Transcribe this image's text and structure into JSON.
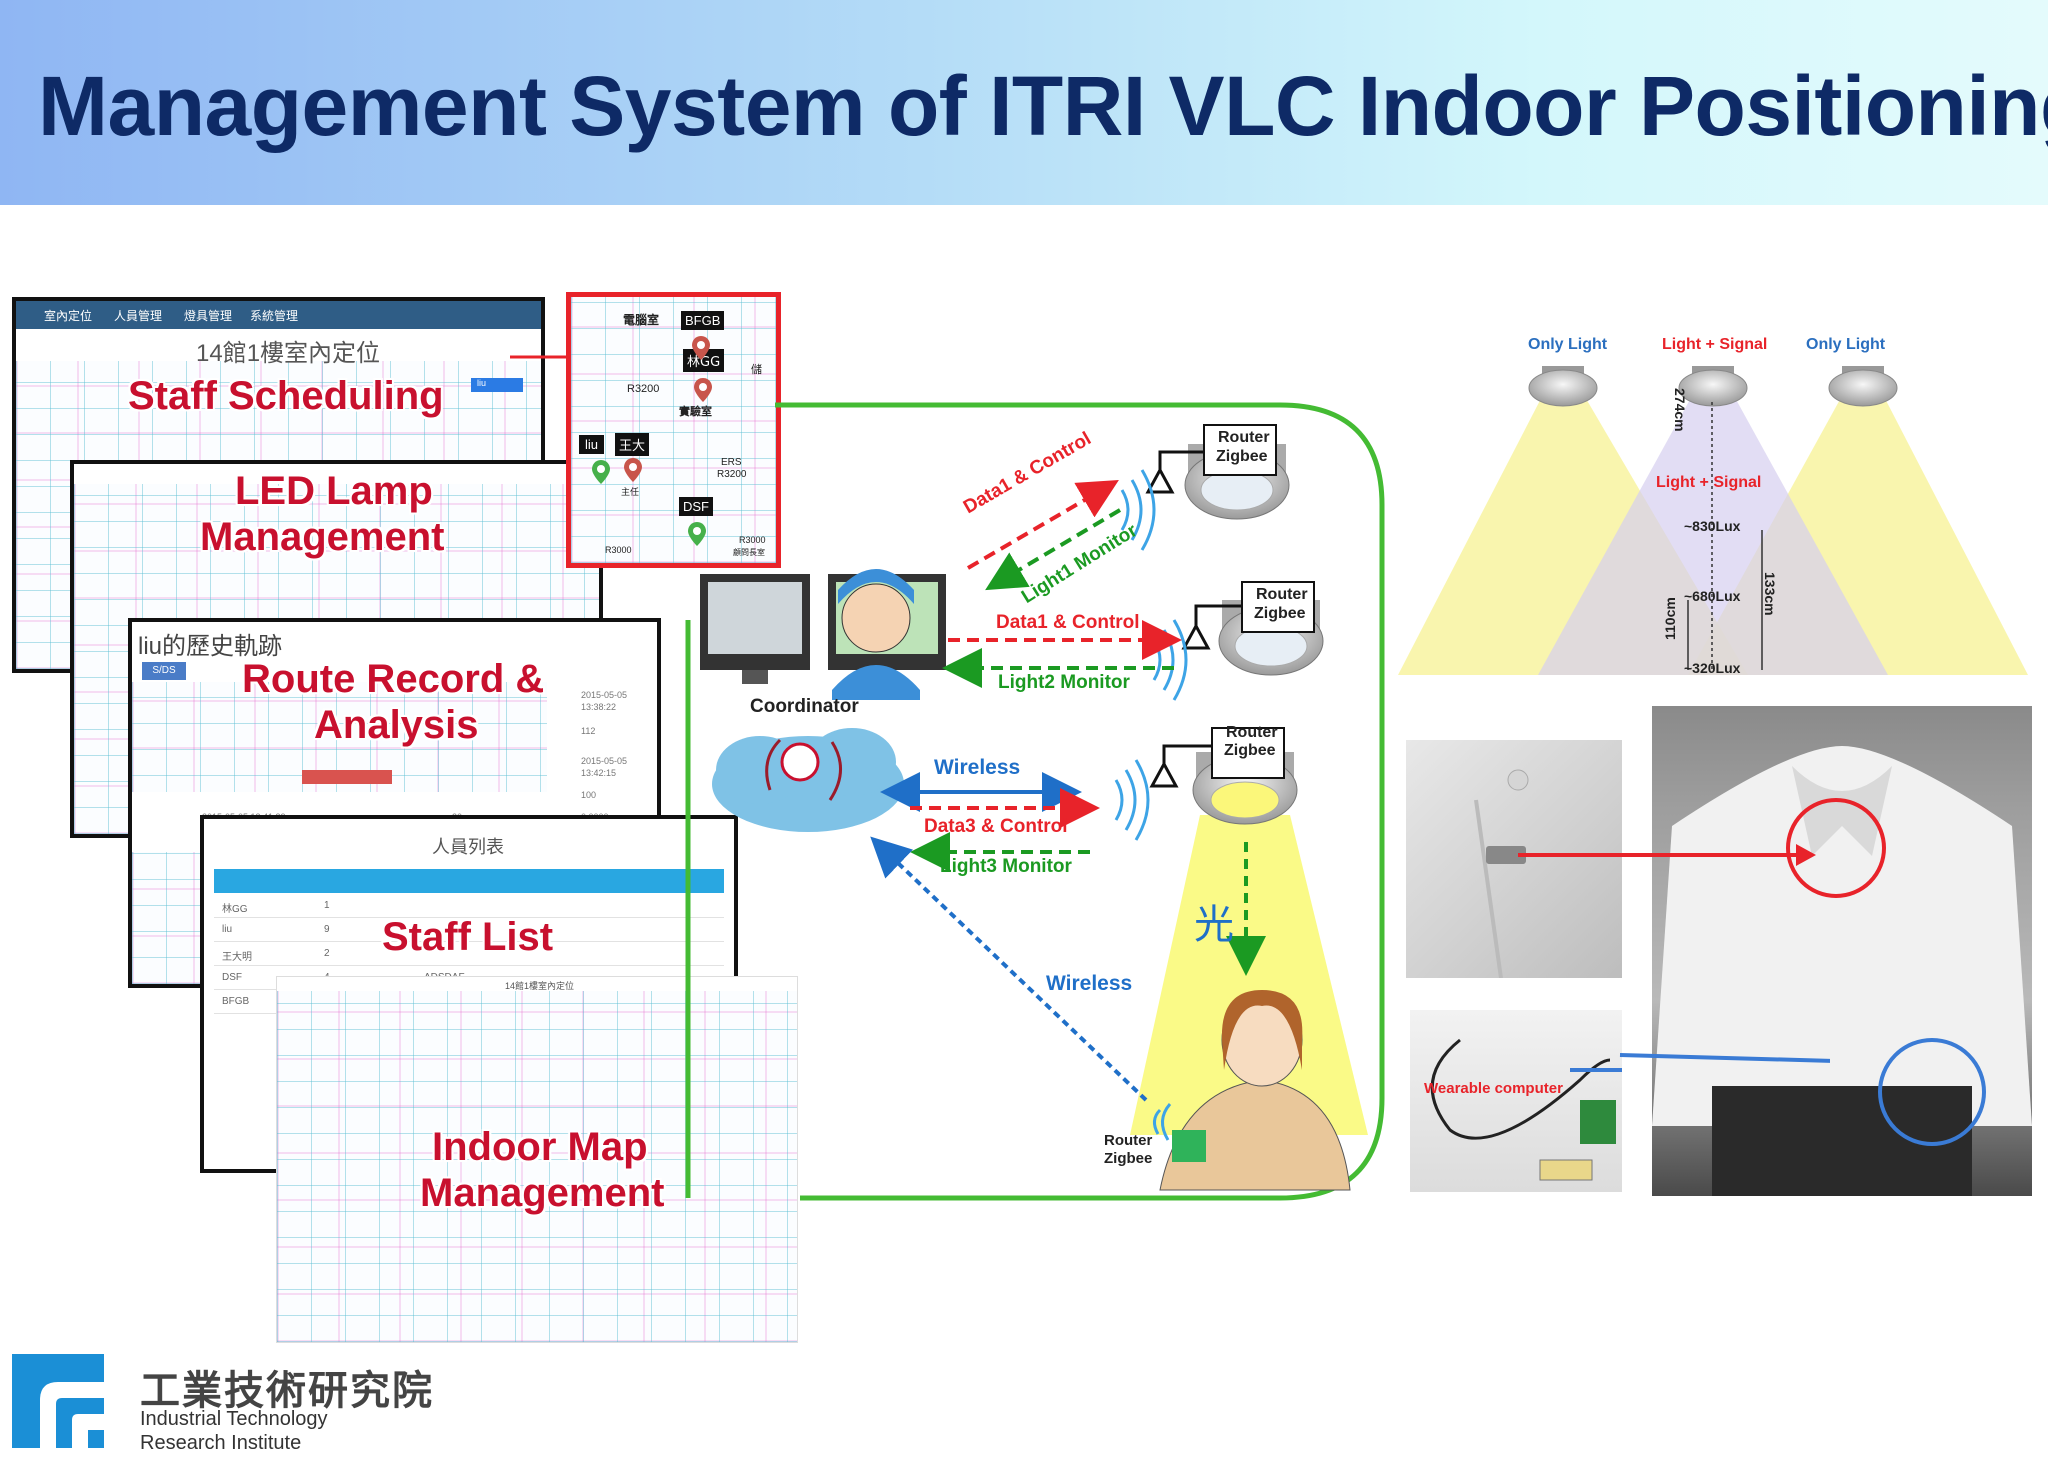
{
  "title": "Management System of ITRI VLC Indoor Positioning",
  "screens": {
    "scheduling": {
      "tabs": [
        "室內定位",
        "人員管理",
        "燈具管理",
        "系統管理"
      ],
      "heading": "14館1樓室內定位",
      "label": "Staff Scheduling",
      "badge": "liu"
    },
    "led": {
      "label_line1": "LED Lamp",
      "label_line2": "Management"
    },
    "route": {
      "heading": "liu的歷史軌跡",
      "button": "S/DS",
      "label_line1": "Route Record &",
      "label_line2": "Analysis",
      "side_values": [
        "2015-05-05",
        "13:38:22",
        "112",
        "2015-05-05",
        "13:42:15",
        "100",
        "0.0000"
      ],
      "footer_values": [
        "2015-05-05 13:41:39",
        "20"
      ]
    },
    "staff": {
      "heading": "人員列表",
      "label": "Staff List",
      "names": [
        "林GG",
        "liu",
        "王大明",
        "DSF",
        "BFGB"
      ],
      "numbers": [
        "1",
        "9",
        "2",
        "4"
      ],
      "row_text": "ADSDAF"
    },
    "map": {
      "heading": "14館1樓室內定位",
      "label_line1": "Indoor Map",
      "label_line2": "Management"
    }
  },
  "zoom": {
    "rooms": [
      "電腦室",
      "R3200",
      "實驗室",
      "ERS",
      "R3200",
      "主任",
      "R3000",
      "R3000",
      "顧問長室",
      "儲"
    ],
    "markers": [
      "BFGB",
      "林GG",
      "liu",
      "王大",
      "DSF"
    ]
  },
  "network": {
    "router_label_1": "Router",
    "router_label_2": "Zigbee",
    "coordinator": "Coordinator",
    "links": {
      "data1_control_a": "Data1 & Control",
      "light1_monitor": "Light1 Monitor",
      "data1_control_b": "Data1 & Control",
      "light2_monitor": "Light2 Monitor",
      "wireless_top": "Wireless",
      "data3_control": "Data3 & Control",
      "light3_monitor": "Light3 Monitor",
      "wireless_bottom": "Wireless",
      "light_char": "光"
    }
  },
  "beam_diagram": {
    "lamp_labels": [
      "Only Light",
      "Light + Signal",
      "Only Light"
    ],
    "overlap_label": "Light + Signal",
    "distance_top": "274cm",
    "lux_levels": [
      "~830Lux",
      "~680Lux",
      "~320Lux"
    ],
    "height_left": "110cm",
    "height_right": "133cm"
  },
  "photos": {
    "wearable_label": "Wearable computer"
  },
  "logo": {
    "chinese": "工業技術研究院",
    "english_line1": "Industrial Technology",
    "english_line2": "Research Institute"
  },
  "colors": {
    "title": "#0e2a66",
    "label_red": "#c8102e",
    "frame_green": "#44bb33",
    "data_red": "#e8232a",
    "monitor_green": "#1b9a22",
    "wireless_blue": "#1f6fc8",
    "logo_blue": "#1b8fd6"
  }
}
